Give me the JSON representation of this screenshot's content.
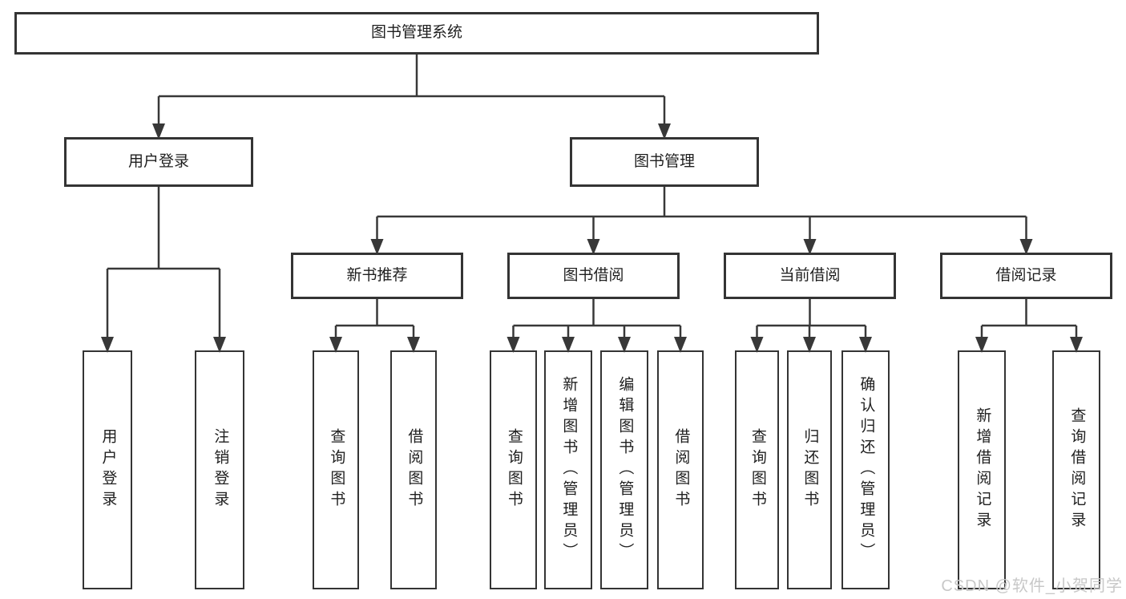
{
  "diagram": {
    "title": "图书管理系统",
    "watermark": "CSDN @软件_小贺同学",
    "colors": {
      "line": "#383838",
      "box_border": "#343434",
      "text": "#1f1f1f",
      "background": "#ffffff",
      "watermark": "#c8c8c8"
    },
    "nodes": [
      {
        "id": "root",
        "label": "图书管理系统",
        "parent": null
      },
      {
        "id": "user-login",
        "label": "用户登录",
        "parent": "root"
      },
      {
        "id": "book-mgmt",
        "label": "图书管理",
        "parent": "root"
      },
      {
        "id": "login",
        "label": "用户登录",
        "parent": "user-login"
      },
      {
        "id": "logout",
        "label": "注销登录",
        "parent": "user-login"
      },
      {
        "id": "new-book-rec",
        "label": "新书推荐",
        "parent": "book-mgmt"
      },
      {
        "id": "book-borrow",
        "label": "图书借阅",
        "parent": "book-mgmt"
      },
      {
        "id": "current-borrow",
        "label": "当前借阅",
        "parent": "book-mgmt"
      },
      {
        "id": "borrow-record",
        "label": "借阅记录",
        "parent": "book-mgmt"
      },
      {
        "id": "nbr-query",
        "label": "查询图书",
        "parent": "new-book-rec"
      },
      {
        "id": "nbr-borrow",
        "label": "借阅图书",
        "parent": "new-book-rec"
      },
      {
        "id": "bb-query",
        "label": "查询图书",
        "parent": "book-borrow"
      },
      {
        "id": "bb-add",
        "label": "新增图书（管理员）",
        "parent": "book-borrow"
      },
      {
        "id": "bb-edit",
        "label": "编辑图书（管理员）",
        "parent": "book-borrow"
      },
      {
        "id": "bb-borrow",
        "label": "借阅图书",
        "parent": "book-borrow"
      },
      {
        "id": "cb-query",
        "label": "查询图书",
        "parent": "current-borrow"
      },
      {
        "id": "cb-return",
        "label": "归还图书",
        "parent": "current-borrow"
      },
      {
        "id": "cb-confirm",
        "label": "确认归还（管理员）",
        "parent": "current-borrow"
      },
      {
        "id": "br-add",
        "label": "新增借阅记录",
        "parent": "borrow-record"
      },
      {
        "id": "br-query",
        "label": "查询借阅记录",
        "parent": "borrow-record"
      }
    ]
  }
}
